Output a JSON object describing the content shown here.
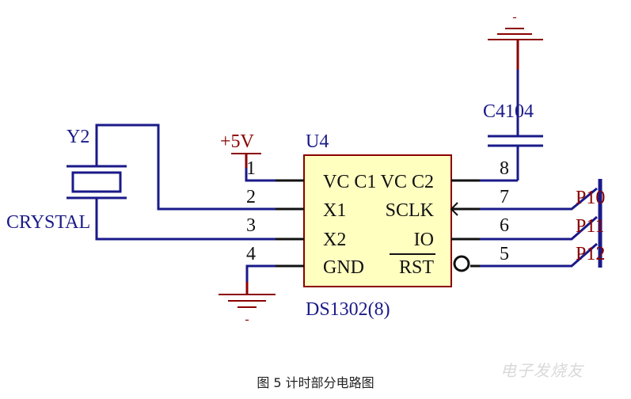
{
  "colors": {
    "wire": "#1a1a8a",
    "power": "#8b0000",
    "chip_fill": "#ffffc0",
    "chip_border": "#8b0000",
    "black": "#111111"
  },
  "chip": {
    "ref": "U4",
    "part": "DS1302(8)",
    "pins_left": [
      {
        "num": "1",
        "name": "VC C1"
      },
      {
        "num": "2",
        "name": "X1"
      },
      {
        "num": "3",
        "name": "X2"
      },
      {
        "num": "4",
        "name": "GND"
      }
    ],
    "pins_right": [
      {
        "num": "8",
        "name": "VC C2"
      },
      {
        "num": "7",
        "name": "SCLK"
      },
      {
        "num": "6",
        "name": "IO"
      },
      {
        "num": "5",
        "name": "RST"
      }
    ]
  },
  "power": {
    "label": "+5V"
  },
  "crystal": {
    "ref": "Y2",
    "value": "CRYSTAL"
  },
  "capacitor": {
    "ref": "C4104"
  },
  "ports": [
    "P10",
    "P11",
    "P12"
  ],
  "ground_marks": [
    "-",
    "-"
  ],
  "caption": "图 5 计时部分电路图",
  "watermark": "电子发烧友"
}
